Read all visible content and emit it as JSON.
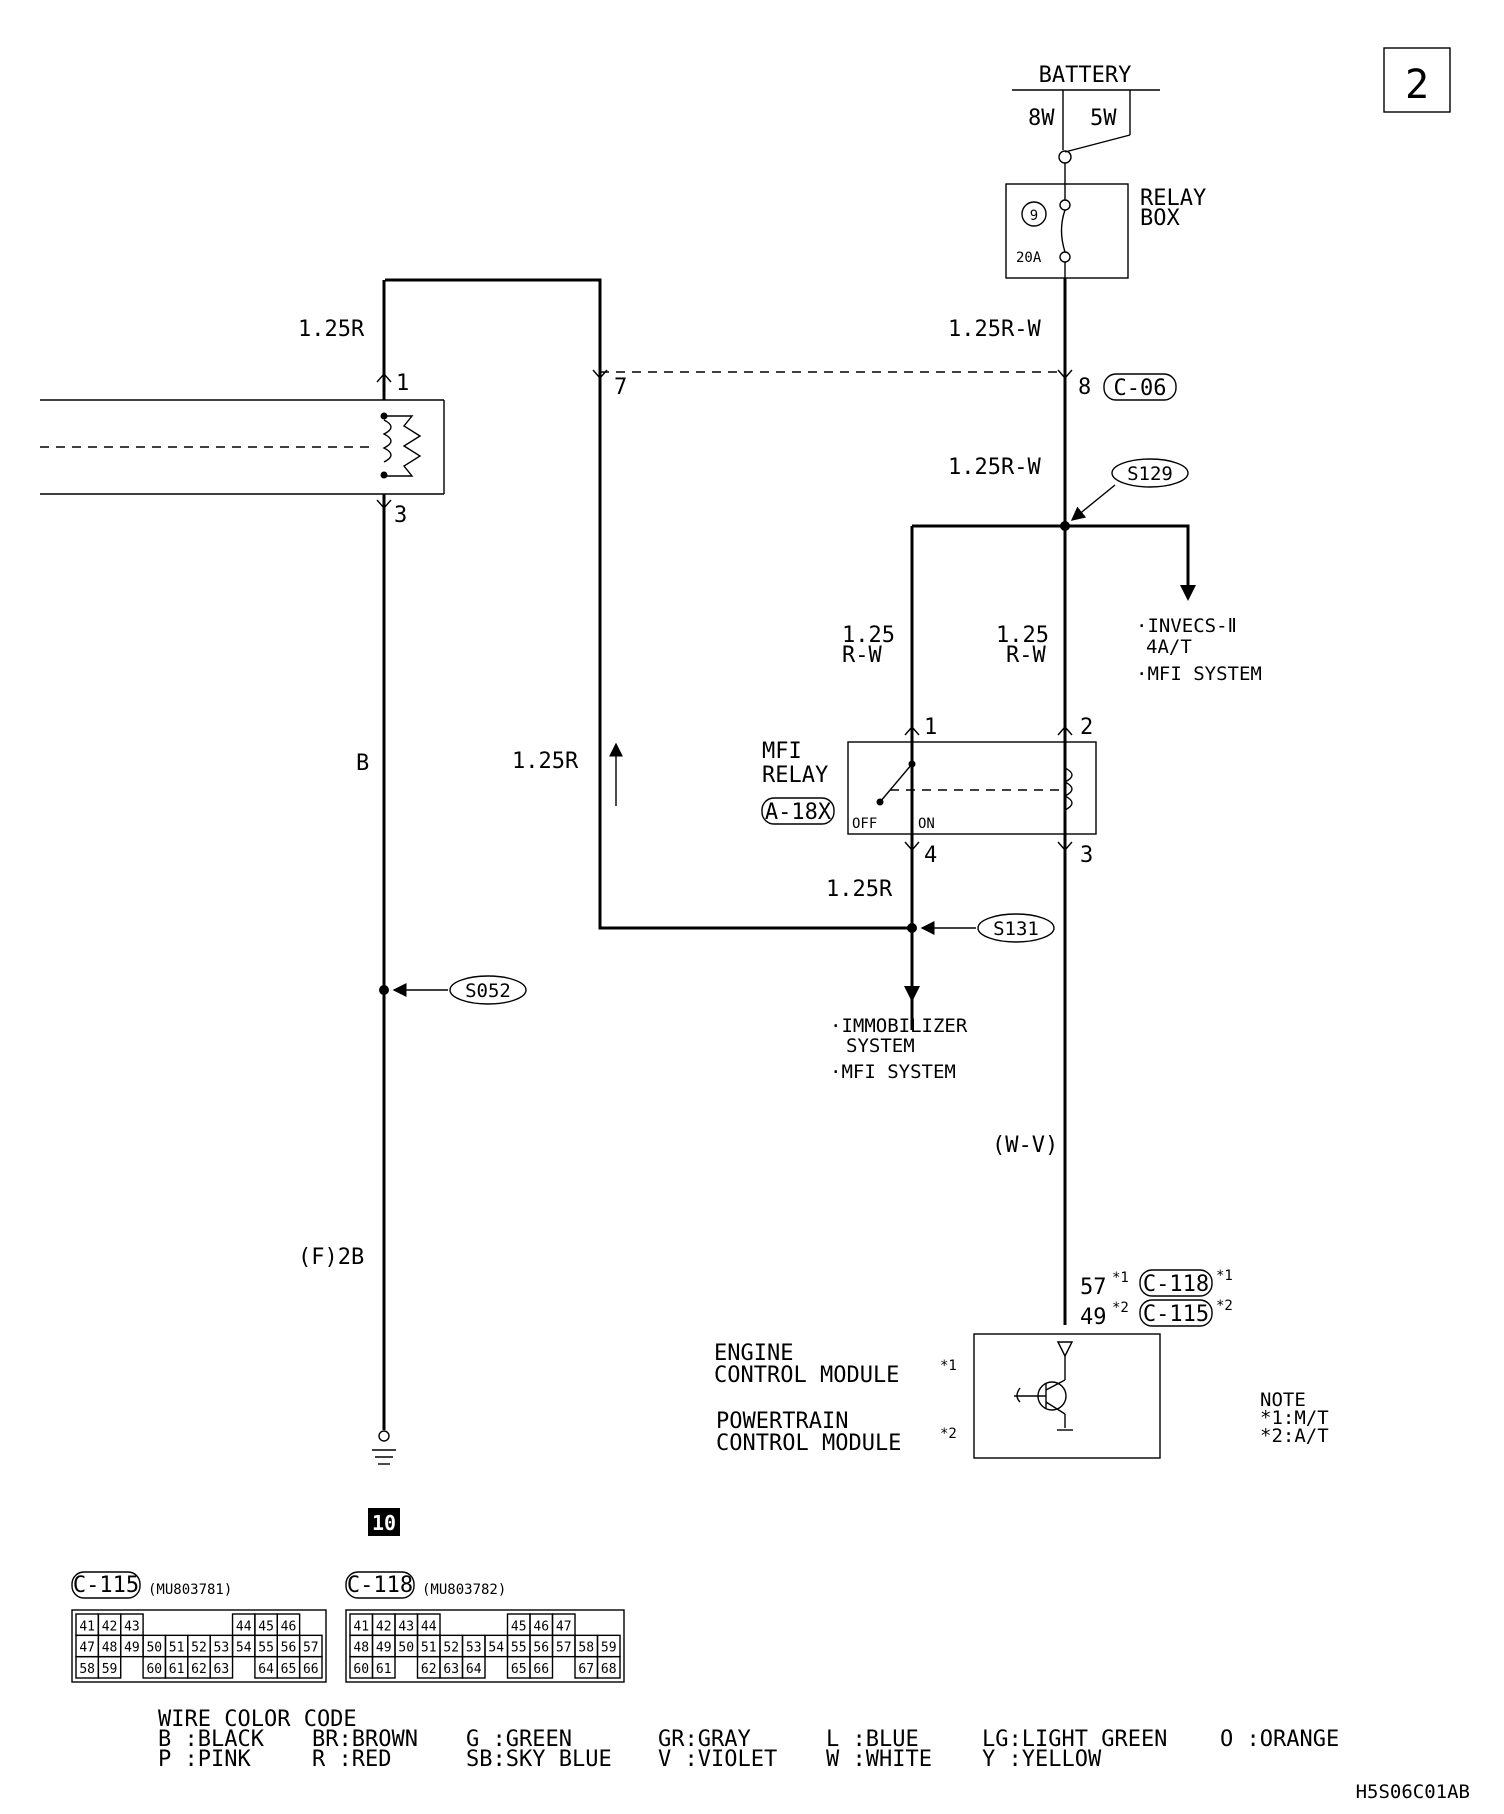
{
  "page_number": "2",
  "battery": {
    "label": "BATTERY",
    "wire_left": "8W",
    "wire_right": "5W"
  },
  "relay_box": {
    "label_line1": "RELAY",
    "label_line2": "BOX",
    "fuse_no": "9",
    "fuse_rating": "20A"
  },
  "wires": {
    "left_top": "1.25R",
    "right_top": "1.25R-W",
    "right_mid": "1.25R-W",
    "relay_left_1": "1.25",
    "relay_left_2": "R-W",
    "relay_right_1": "1.25",
    "relay_right_2": "R-W",
    "center": "1.25R",
    "relay_out": "1.25R",
    "left_b": "B",
    "left_f2b": "(F)2B",
    "wv": "(W-V)"
  },
  "pins": {
    "left_coil_top": "1",
    "left_coil_bottom": "3",
    "junction_7": "7",
    "junction_8": "8",
    "relay_1": "1",
    "relay_2": "2",
    "relay_4": "4",
    "relay_3": "3"
  },
  "connectors": {
    "c06": "C-06",
    "a18x": "A-18X"
  },
  "splices": {
    "s129": "S129",
    "s131": "S131",
    "s052": "S052"
  },
  "invecs": {
    "line1": "·INVECS-Ⅱ",
    "line2": "4A/T",
    "line3": "·MFI SYSTEM"
  },
  "mfi_relay": {
    "line1": "MFI",
    "line2": "RELAY",
    "off": "OFF",
    "on": "ON"
  },
  "immobilizer": {
    "line1": "·IMMOBILIZER",
    "line2": "SYSTEM",
    "line3": "·MFI SYSTEM"
  },
  "ecm": {
    "pin57": "57",
    "pin57_note": "*1",
    "conn118": "C-118",
    "conn118_note": "*1",
    "pin49": "49",
    "pin49_note": "*2",
    "conn115": "C-115",
    "conn115_note": "*2",
    "engine_1": "ENGINE",
    "engine_2": "CONTROL MODULE",
    "engine_note": "*1",
    "pt_1": "POWERTRAIN",
    "pt_2": "CONTROL MODULE",
    "pt_note": "*2"
  },
  "note": {
    "title": "NOTE",
    "line1": "*1:M/T",
    "line2": "*2:A/T"
  },
  "ground": {
    "number": "10"
  },
  "connector_115": {
    "name": "C-115",
    "part": "(MU803781)",
    "rows": [
      [
        "41",
        "42",
        "43",
        "",
        "",
        "",
        "",
        "44",
        "45",
        "46"
      ],
      [
        "47",
        "48",
        "49",
        "50",
        "51",
        "52",
        "53",
        "54",
        "55",
        "56",
        "57"
      ],
      [
        "58",
        "59",
        "",
        "60",
        "61",
        "62",
        "63",
        "",
        "64",
        "65",
        "66"
      ]
    ]
  },
  "connector_118": {
    "name": "C-118",
    "part": "(MU803782)",
    "rows": [
      [
        "41",
        "42",
        "43",
        "44",
        "",
        "",
        "",
        "45",
        "46",
        "47"
      ],
      [
        "48",
        "49",
        "50",
        "51",
        "52",
        "53",
        "54",
        "55",
        "56",
        "57",
        "58",
        "59"
      ],
      [
        "60",
        "61",
        "",
        "62",
        "63",
        "64",
        "",
        "65",
        "66",
        "",
        "67",
        "68"
      ]
    ]
  },
  "wire_color_code": {
    "title": "WIRE COLOR CODE",
    "row1": [
      "B :BLACK",
      "BR:BROWN",
      "G :GREEN",
      "GR:GRAY",
      "L :BLUE",
      "LG:LIGHT GREEN",
      "O :ORANGE"
    ],
    "row2": [
      "P :PINK",
      "R :RED",
      "SB:SKY BLUE",
      "V :VIOLET",
      "W :WHITE",
      "Y :YELLOW"
    ]
  },
  "figure_code": "H5S06C01AB"
}
